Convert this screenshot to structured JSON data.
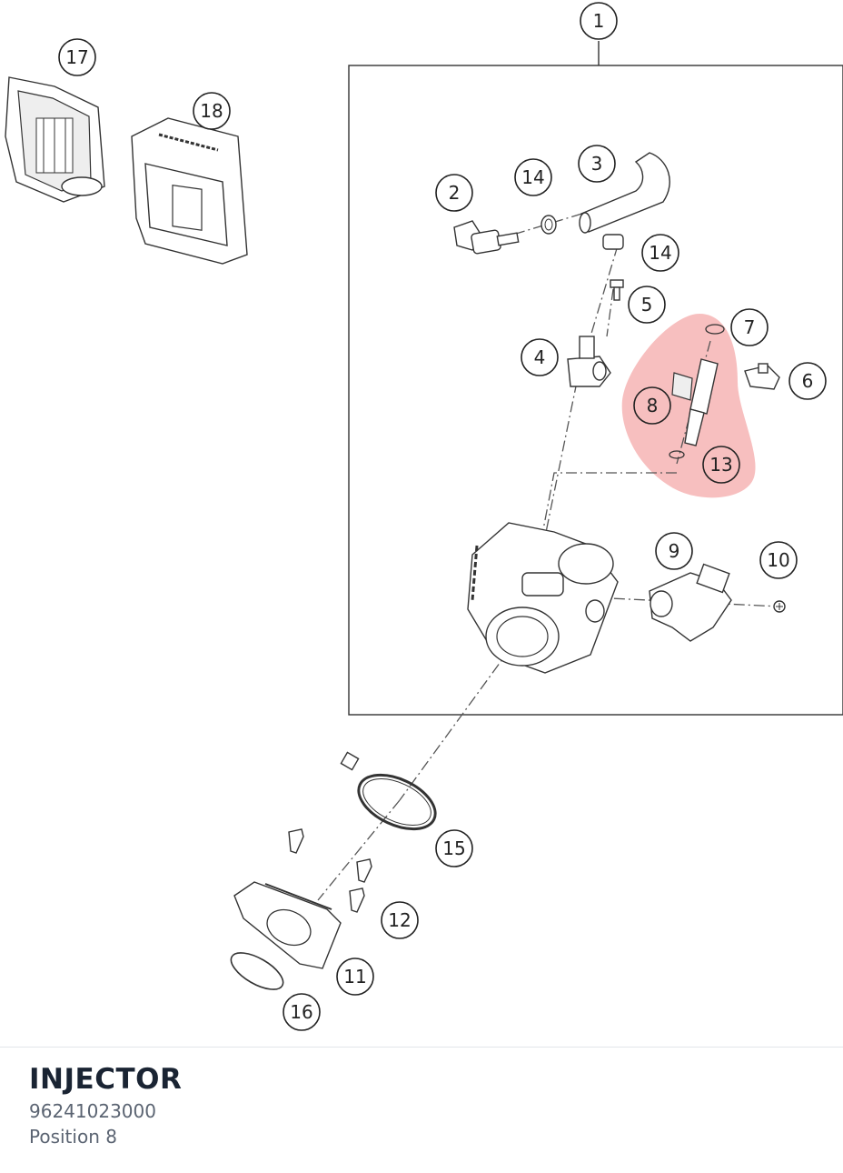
{
  "part": {
    "name": "INJECTOR",
    "number": "96241023000",
    "position": "Position 8"
  },
  "highlight_color": "#f08a8a",
  "callouts": {
    "c1": "1",
    "c2": "2",
    "c3": "3",
    "c4": "4",
    "c5": "5",
    "c6": "6",
    "c7": "7",
    "c8": "8",
    "c9": "9",
    "c10": "10",
    "c11": "11",
    "c12": "12",
    "c13": "13",
    "c14a": "14",
    "c14b": "14",
    "c15": "15",
    "c16": "16",
    "c17": "17",
    "c18": "18"
  }
}
